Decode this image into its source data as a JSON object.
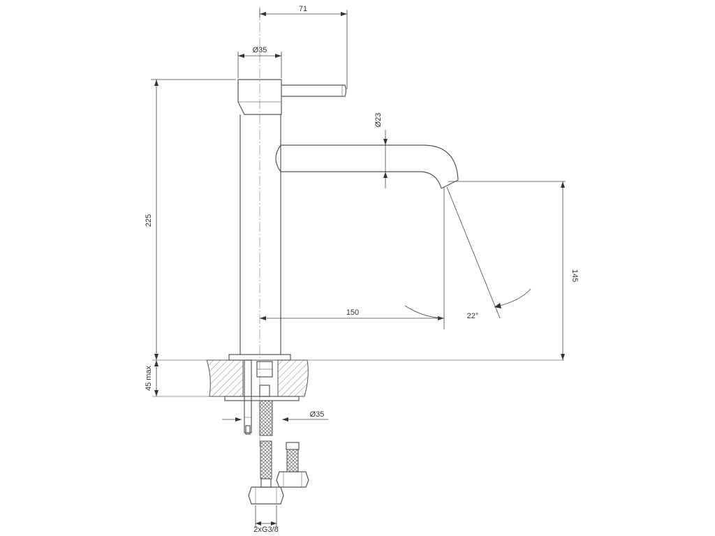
{
  "dimensions": {
    "lever_reach": "71",
    "body_diameter_top": "Ø35",
    "total_height": "225",
    "spout_diameter": "Ø23",
    "outlet_height": "145",
    "spout_reach": "150",
    "spray_angle": "22°",
    "counter_thickness": "45 max",
    "mount_diameter": "Ø35",
    "hose_thread": "2xG3/8"
  }
}
